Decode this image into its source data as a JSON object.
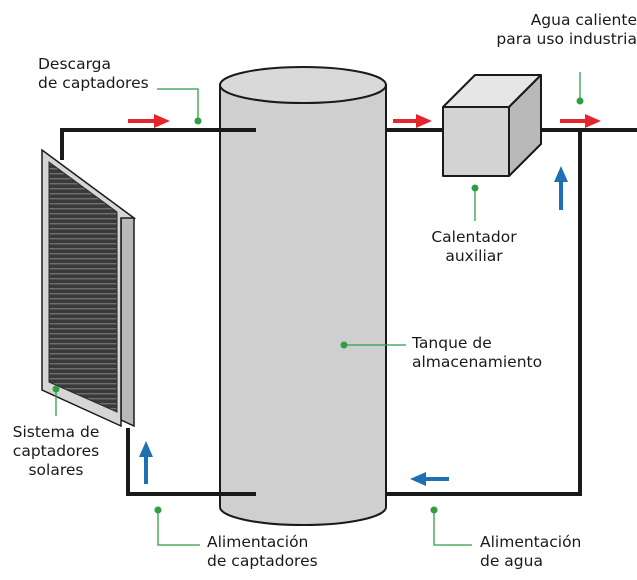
{
  "labels": {
    "descarga": [
      "Descarga",
      "de captadores"
    ],
    "agua_caliente": [
      "Agua caliente",
      "para uso industria"
    ],
    "calentador": [
      "Calentador",
      "auxiliar"
    ],
    "tanque": [
      "Tanque de",
      "almacenamiento"
    ],
    "sistema": [
      "Sistema de",
      "captadores",
      "solares"
    ],
    "alim_captadores": [
      "Alimentación",
      "de captadores"
    ],
    "alim_agua": [
      "Alimentación",
      "de agua"
    ]
  },
  "colors": {
    "pipe": "#1a1a1a",
    "hot_arrow": "#e3262c",
    "cold_arrow": "#1f6fb5",
    "leader": "#2f9e44",
    "tank_fill": "#cfcfd0"
  },
  "flow_arrows": [
    {
      "kind": "hot",
      "direction": "right"
    },
    {
      "kind": "hot",
      "direction": "right"
    },
    {
      "kind": "hot",
      "direction": "right"
    },
    {
      "kind": "cold",
      "direction": "up"
    },
    {
      "kind": "cold",
      "direction": "up"
    },
    {
      "kind": "cold",
      "direction": "left"
    }
  ]
}
